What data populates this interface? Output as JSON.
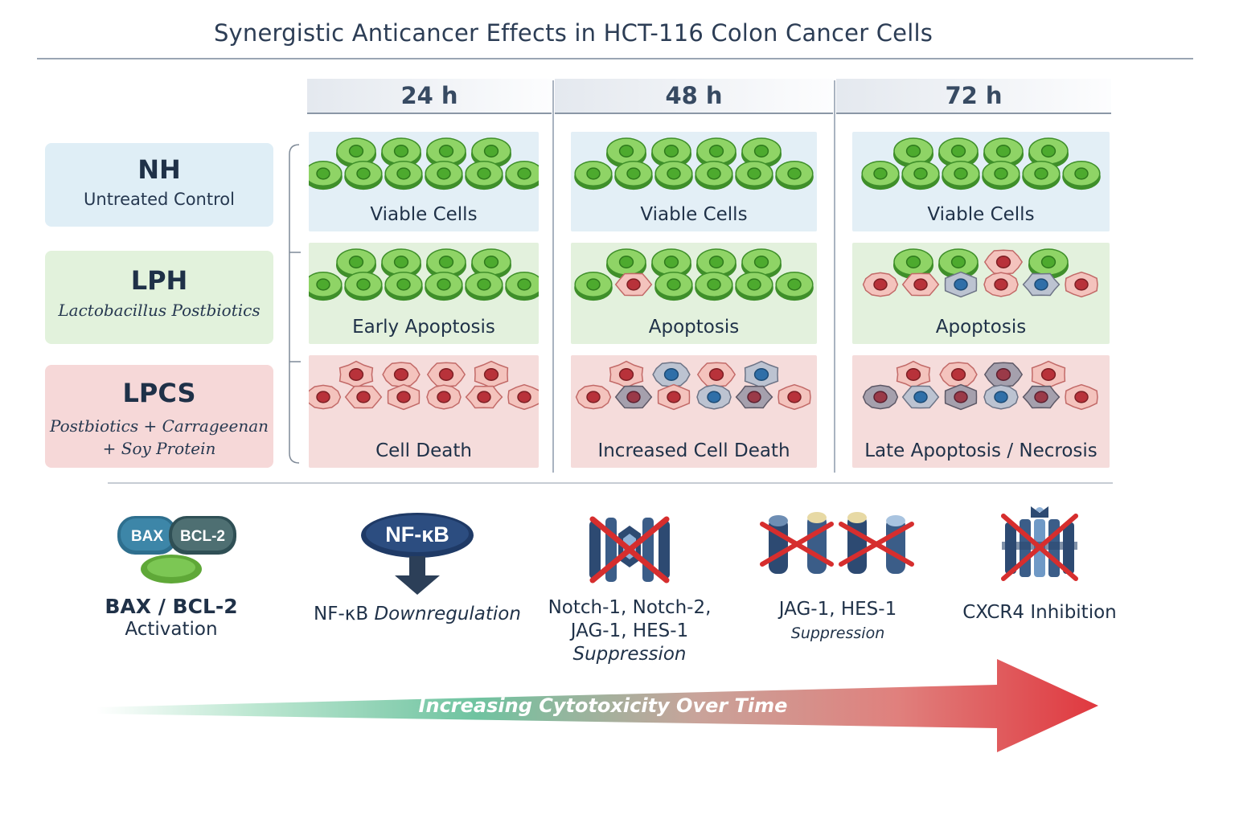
{
  "title": "Synergistic Anticancer Effects in HCT-116 Colon Cancer Cells",
  "timepoints": [
    "24 h",
    "48 h",
    "72 h"
  ],
  "rows": [
    {
      "abbr": "NH",
      "description": "Untreated Control",
      "color": "#dfeef6",
      "panels": [
        "Viable Cells",
        "Viable Cells",
        "Viable Cells"
      ]
    },
    {
      "abbr": "LPH",
      "description": "Lactobacillus Postbiotics",
      "color": "#e2f2dc",
      "panels": [
        "Early Apoptosis",
        "Apoptosis",
        "Apoptosis"
      ]
    },
    {
      "abbr": "LPCS",
      "description_line1": "Postbiotics + Carrageenan",
      "description_line2": "+ Soy Protein",
      "color": "#f6d8d8",
      "panels": [
        "Cell Death",
        "Increased Cell Death",
        "Late Apoptosis / Necrosis"
      ]
    }
  ],
  "mechanisms": {
    "bax_bcl2": {
      "icon_bax": "BAX",
      "icon_bcl2": "BCL-2",
      "label_line1": "BAX / BCL-2",
      "label_line2": "Activation"
    },
    "nfkb": {
      "icon_text": "NF-κB",
      "label_prefix": "NF-κB",
      "label_suffix": "Downregulation"
    },
    "notch": {
      "label_line1": "Notch-1, Notch-2,",
      "label_line2": "JAG-1, HES-1",
      "label_line3": "Suppression"
    },
    "jag": {
      "label_main": "JAG-1, HES-1",
      "label_small": "Suppression"
    },
    "cxcr4": {
      "label": "CXCR4 Inhibition"
    }
  },
  "arrow_label": "Increasing Cytotoxicity Over Time",
  "colors": {
    "healthy": "#7cc754",
    "apoptotic": "#f2b6b0",
    "nucleus_red": "#b8323a",
    "nucleus_blue": "#2f6fa8",
    "arrow_start": "#9fdcc0",
    "arrow_end": "#e0404a"
  }
}
